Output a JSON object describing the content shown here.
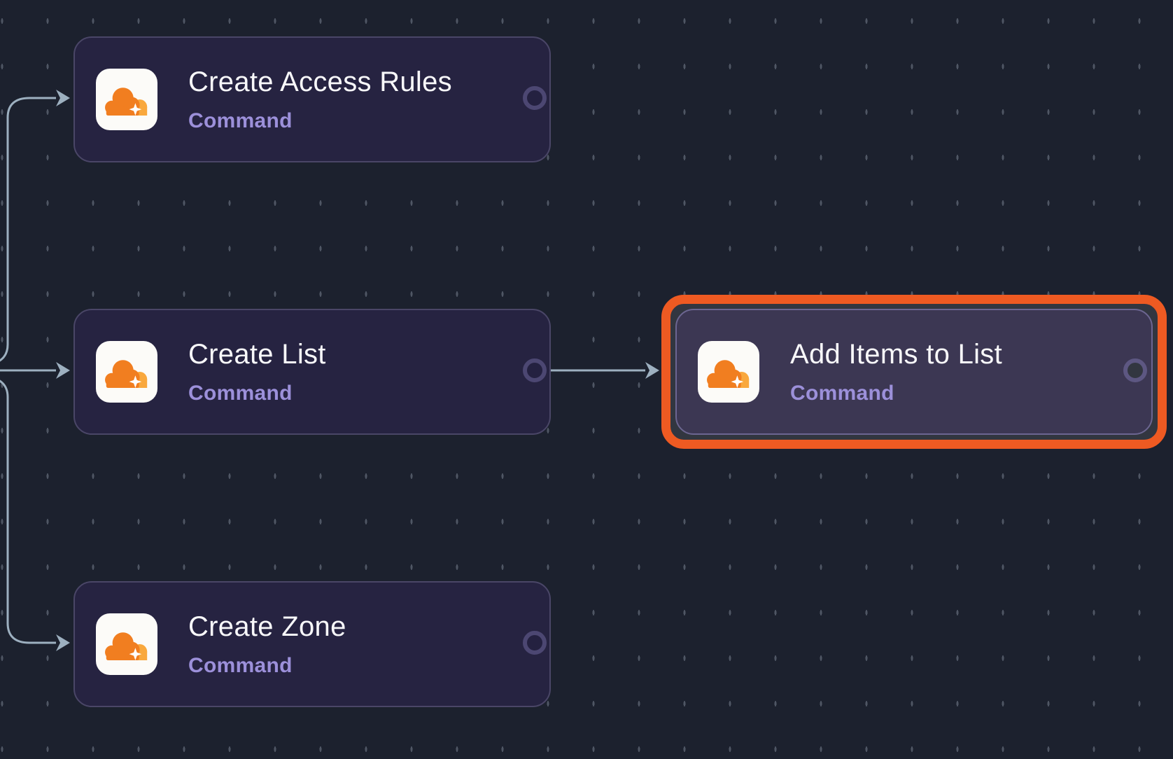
{
  "canvas": {
    "type": "workflow-node-editor"
  },
  "nodes": [
    {
      "id": "create-access-rules",
      "title": "Create Access Rules",
      "subtitle": "Command",
      "icon": "cloudflare-icon",
      "selected": false,
      "has_output_port": true
    },
    {
      "id": "create-list",
      "title": "Create List",
      "subtitle": "Command",
      "icon": "cloudflare-icon",
      "selected": false,
      "has_output_port": true
    },
    {
      "id": "add-items-to-list",
      "title": "Add Items to List",
      "subtitle": "Command",
      "icon": "cloudflare-icon",
      "selected": true,
      "has_output_port": true
    },
    {
      "id": "create-zone",
      "title": "Create Zone",
      "subtitle": "Command",
      "icon": "cloudflare-icon",
      "selected": false,
      "has_output_port": true
    }
  ],
  "edges": [
    {
      "from": "offscreen-left",
      "to": "create-access-rules"
    },
    {
      "from": "offscreen-left",
      "to": "create-list"
    },
    {
      "from": "offscreen-left",
      "to": "create-zone"
    },
    {
      "from": "create-list",
      "to": "add-items-to-list"
    }
  ],
  "colors": {
    "canvas-bg": "#1c212e",
    "node-bg": "#262341",
    "node-border": "#4a4667",
    "node-selected-bg": "#3c3753",
    "node-selected-border": "#6c6691",
    "selection-gap": "#323640",
    "accent-orange": "#ee5a22",
    "icon-bg": "#fcfbf8",
    "cf-orange": "#f17e20",
    "cf-orange-light": "#f9a83d",
    "title-color": "#f8f8fa",
    "subtitle-color": "#9c90da",
    "edge-color": "#9db0c0",
    "port-border": "#4c4772",
    "port-fill": "#242140",
    "port-selected-border": "#5d5782"
  }
}
